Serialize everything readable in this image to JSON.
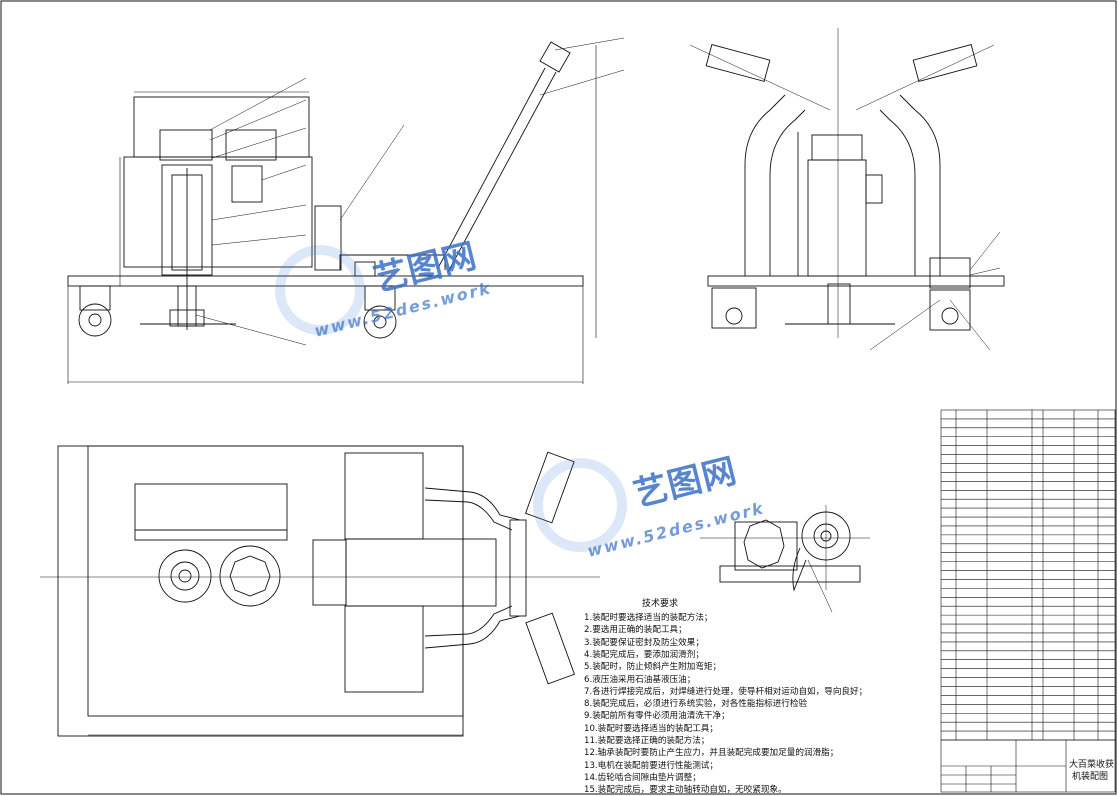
{
  "watermark": {
    "brand": "艺图网",
    "url": "www.52des.work"
  },
  "technical_requirements": {
    "title": "技术要求",
    "items": [
      "1.装配时要选择适当的装配方法；",
      "2.要选用正确的装配工具；",
      "3.装配要保证密封及防尘效果；",
      "4.装配完成后，要添加润滑剂；",
      "5.装配时，防止倾斜产生附加弯矩；",
      "6.液压油采用石油基液压油；",
      "7.各进行焊接完成后，对焊缝进行处理，使导杆相对运动自如，导向良好；",
      "8.装配完成后，必须进行系统实验，对各性能指标进行检验",
      "9.装配前所有零件必须用油清洗干净；",
      "10.装配时要选择适当的装配工具；",
      "11.装配要选择正确的装配方法；",
      "12.轴承装配时要防止产生应力，并且装配完成要加足量的润滑脂；",
      "13.电机在装配前要进行性能测试；",
      "14.齿轮啮合间隙由垫片调整；",
      "15.装配完成后，要求主动轴转动自如，无咬紧现象。"
    ]
  },
  "title_block": {
    "drawing_name_line1": "大百菜收获",
    "drawing_name_line2": "机装配图"
  }
}
